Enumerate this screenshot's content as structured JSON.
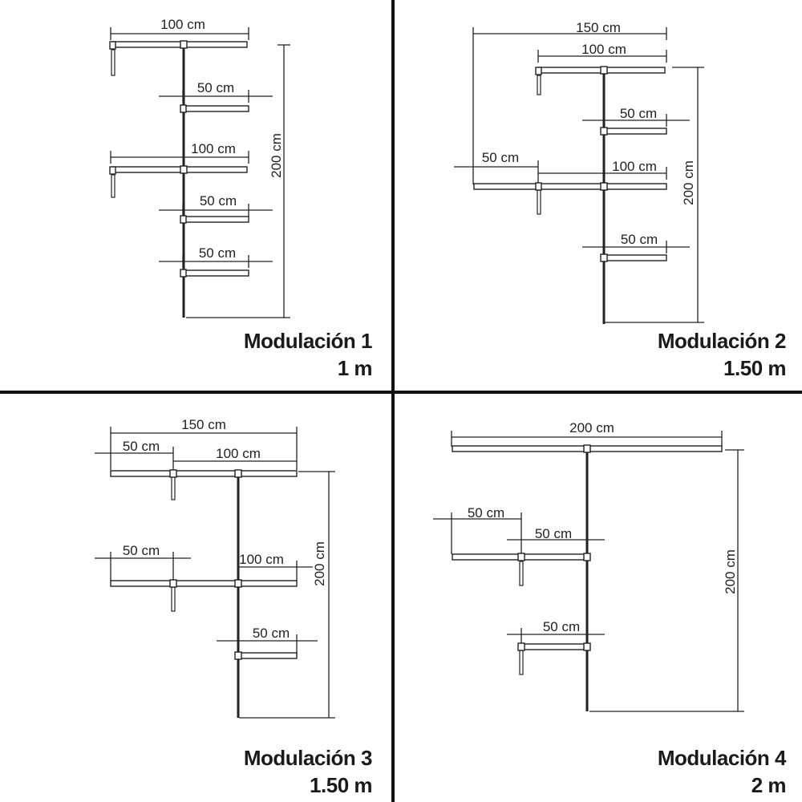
{
  "panels": [
    {
      "title": "Modulación 1",
      "width": "1 m",
      "labels": {
        "top": "100 cm",
        "s2": "50 cm",
        "s3": "100 cm",
        "s4": "50 cm",
        "s5": "50 cm",
        "height": "200 cm"
      }
    },
    {
      "title": "Modulación 2",
      "width": "1.50 m",
      "labels": {
        "total": "150 cm",
        "top": "100 cm",
        "s2": "50 cm",
        "s3left": "50 cm",
        "s3right": "100 cm",
        "s4": "50 cm",
        "height": "200 cm"
      }
    },
    {
      "title": "Modulación 3",
      "width": "1.50 m",
      "labels": {
        "total": "150 cm",
        "left1": "50 cm",
        "right1": "100 cm",
        "left2": "50 cm",
        "right2": "100 cm",
        "s3": "50 cm",
        "height": "200 cm"
      }
    },
    {
      "title": "Modulación 4",
      "width": "2 m",
      "labels": {
        "top": "200 cm",
        "left": "50 cm",
        "right": "50 cm",
        "bottom": "50 cm",
        "height": "200 cm"
      }
    }
  ]
}
